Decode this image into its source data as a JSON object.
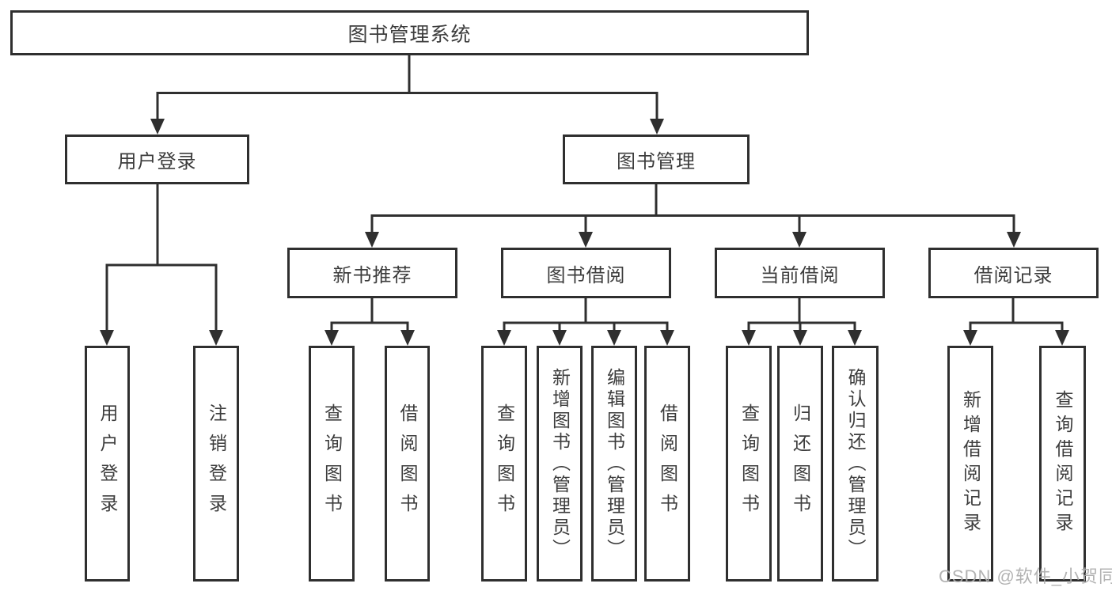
{
  "diagram": {
    "nodes": {
      "root": {
        "label": "图书管理系统"
      },
      "user_login": {
        "label": "用户登录"
      },
      "book_mgmt": {
        "label": "图书管理"
      },
      "new_book_rec": {
        "label": "新书推荐"
      },
      "book_borrow": {
        "label": "图书借阅"
      },
      "current_borrow": {
        "label": "当前借阅"
      },
      "borrow_record": {
        "label": "借阅记录"
      },
      "leaf_user_login": {
        "label": "用户登录"
      },
      "leaf_logout": {
        "label": "注销登录"
      },
      "leaf_rec_query": {
        "label": "查询图书"
      },
      "leaf_rec_borrow": {
        "label": "借阅图书"
      },
      "leaf_bb_query": {
        "label": "查询图书"
      },
      "leaf_bb_add": {
        "label": "新增图书（管理员）"
      },
      "leaf_bb_edit": {
        "label": "编辑图书（管理员）"
      },
      "leaf_bb_borrow": {
        "label": "借阅图书"
      },
      "leaf_cb_query": {
        "label": "查询图书"
      },
      "leaf_cb_return": {
        "label": "归还图书"
      },
      "leaf_cb_confirm": {
        "label": "确认归还（管理员）"
      },
      "leaf_br_add": {
        "label": "新增借阅记录"
      },
      "leaf_br_query": {
        "label": "查询借阅记录"
      }
    },
    "watermark": "CSDN @软件_小贺同学"
  },
  "colors": {
    "line": "#2f2f2f",
    "text": "#3d3d3d",
    "background": "#ffffff",
    "watermark": "#adadad"
  }
}
